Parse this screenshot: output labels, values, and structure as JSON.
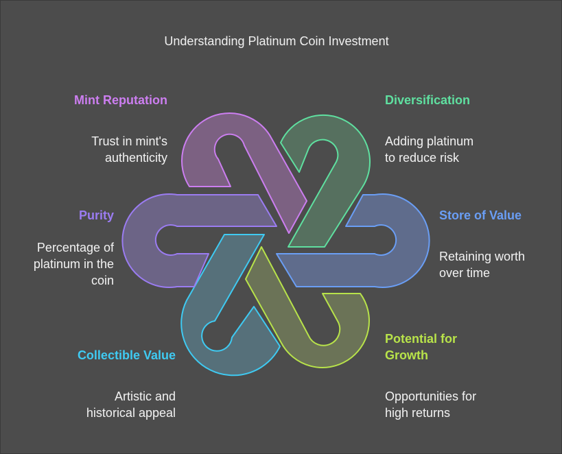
{
  "title": "Understanding Platinum Coin Investment",
  "colors": {
    "background": "#4c4c4c",
    "mint_reputation": "#cc7ef0",
    "diversification": "#5fe0a0",
    "store_of_value": "#6a9ef5",
    "potential_for_growth": "#b8e34a",
    "collectible_value": "#3fcaf2",
    "purity": "#9b7cf2"
  },
  "items": {
    "mint_reputation": {
      "heading": "Mint Reputation",
      "desc": [
        "Trust in mint's",
        "authenticity"
      ]
    },
    "diversification": {
      "heading": "Diversification",
      "desc": [
        "Adding platinum",
        "to reduce risk"
      ]
    },
    "purity": {
      "heading": "Purity",
      "desc": [
        "Percentage of",
        "platinum in the",
        "coin"
      ]
    },
    "store_of_value": {
      "heading": "Store of Value",
      "desc": [
        "Retaining worth",
        "over time"
      ]
    },
    "collectible_value": {
      "heading": "Collectible Value",
      "desc": [
        "Artistic and",
        "historical appeal"
      ]
    },
    "potential_for_growth": {
      "heading": "Potential for Growth",
      "heading_lines": [
        "Potential for",
        "Growth"
      ],
      "desc": [
        "Opportunities for",
        "high returns"
      ]
    }
  }
}
